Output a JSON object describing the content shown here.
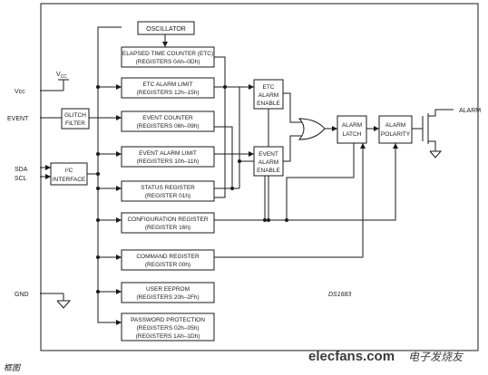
{
  "blocks": {
    "oscillator": [
      "OSCILLATOR"
    ],
    "etc": [
      "ELAPSED TIME COUNTER (ETC)",
      "(REGISTERS 0Ah–0Dh)"
    ],
    "etc_alarm_limit": [
      "ETC ALARM LIMIT",
      "(REGISTERS 12h–15h)"
    ],
    "event_counter": [
      "EVENT COUNTER",
      "(REGISTERS 06h–09h)"
    ],
    "event_alarm_limit": [
      "EVENT ALARM LIMIT",
      "(REGISTERS 10h–11h)"
    ],
    "status_register": [
      "STATUS REGISTER",
      "(REGISTER 01h)"
    ],
    "configuration_register": [
      "CONFIGURATION REGISTER",
      "(REGISTER 16h)"
    ],
    "command_register": [
      "COMMAND REGISTER",
      "(REGISTER 00h)"
    ],
    "user_eeprom": [
      "USER EEPROM",
      "(REGISTERS 20h–2Fh)"
    ],
    "password_protection": [
      "PASSWORD PROTECTION",
      "(REGISTERS 02h–05h)",
      "(REGISTERS 1Ah–1Dh)"
    ],
    "glitch_filter": [
      "GLITCH",
      "FILTER"
    ],
    "i2c_interface": [
      "I²C",
      "INTERFACE"
    ],
    "etc_alarm_enable": [
      "ETC",
      "ALARM",
      "ENABLE"
    ],
    "event_alarm_enable": [
      "EVENT",
      "ALARM",
      "ENABLE"
    ],
    "alarm_latch": [
      "ALARM",
      "LATCH"
    ],
    "alarm_polarity": [
      "ALARM",
      "POLARITY"
    ]
  },
  "pins": {
    "vcc_internal": "V",
    "vcc_internal_sub": "CC",
    "vcc": "Vcc",
    "event": "EVENT",
    "sda": "SDA",
    "scl": "SCL",
    "gnd": "GND",
    "alarm": "ALARM"
  },
  "part_number": "DS1683",
  "watermark": {
    "site": "elecfans.com",
    "cn": "电子发烧友"
  },
  "caption": "框图"
}
